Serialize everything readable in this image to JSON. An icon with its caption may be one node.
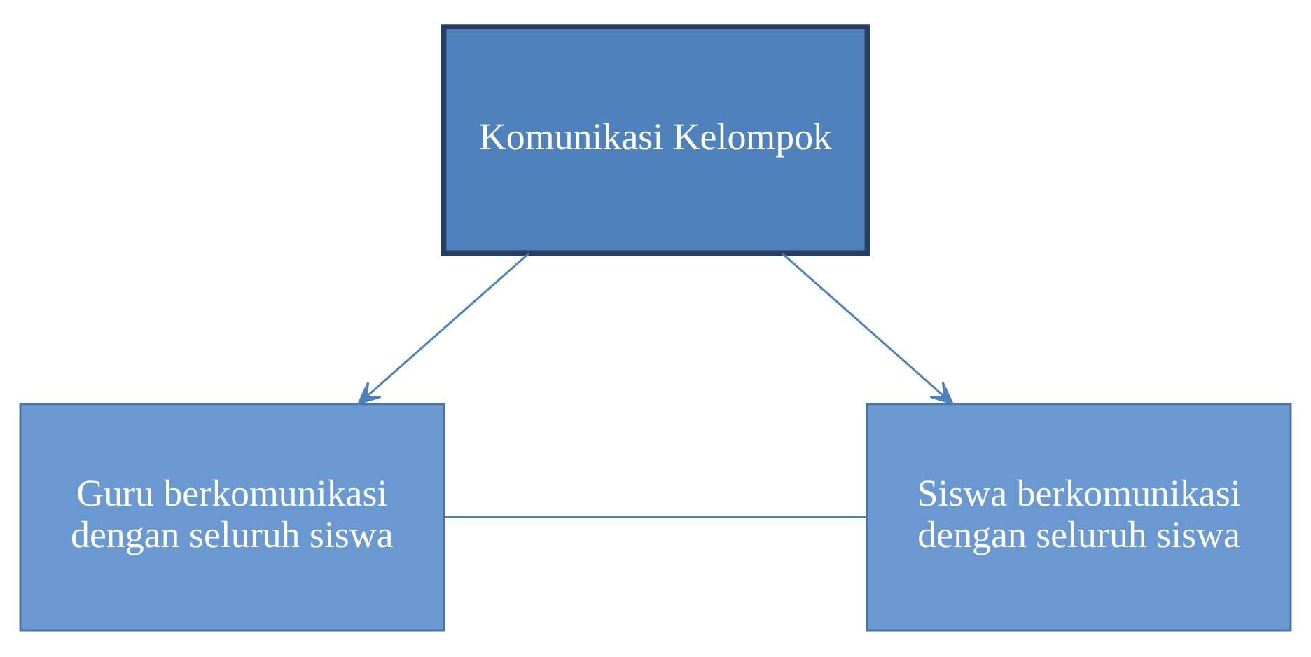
{
  "diagram": {
    "nodes": [
      {
        "text": [
          "Komunikasi Kelompok"
        ]
      },
      {
        "text": [
          "Guru berkomunikasi dengan seluruh siswa"
        ]
      },
      {
        "text": [
          "Siswa berkomunikasi dengan seluruh siswa"
        ]
      }
    ],
    "edges": [
      {
        "from": 0,
        "to": 1,
        "arrow": "to"
      },
      {
        "from": 0,
        "to": 2,
        "arrow": "to"
      },
      {
        "from": 1,
        "to": 2,
        "arrow": "none"
      }
    ]
  }
}
